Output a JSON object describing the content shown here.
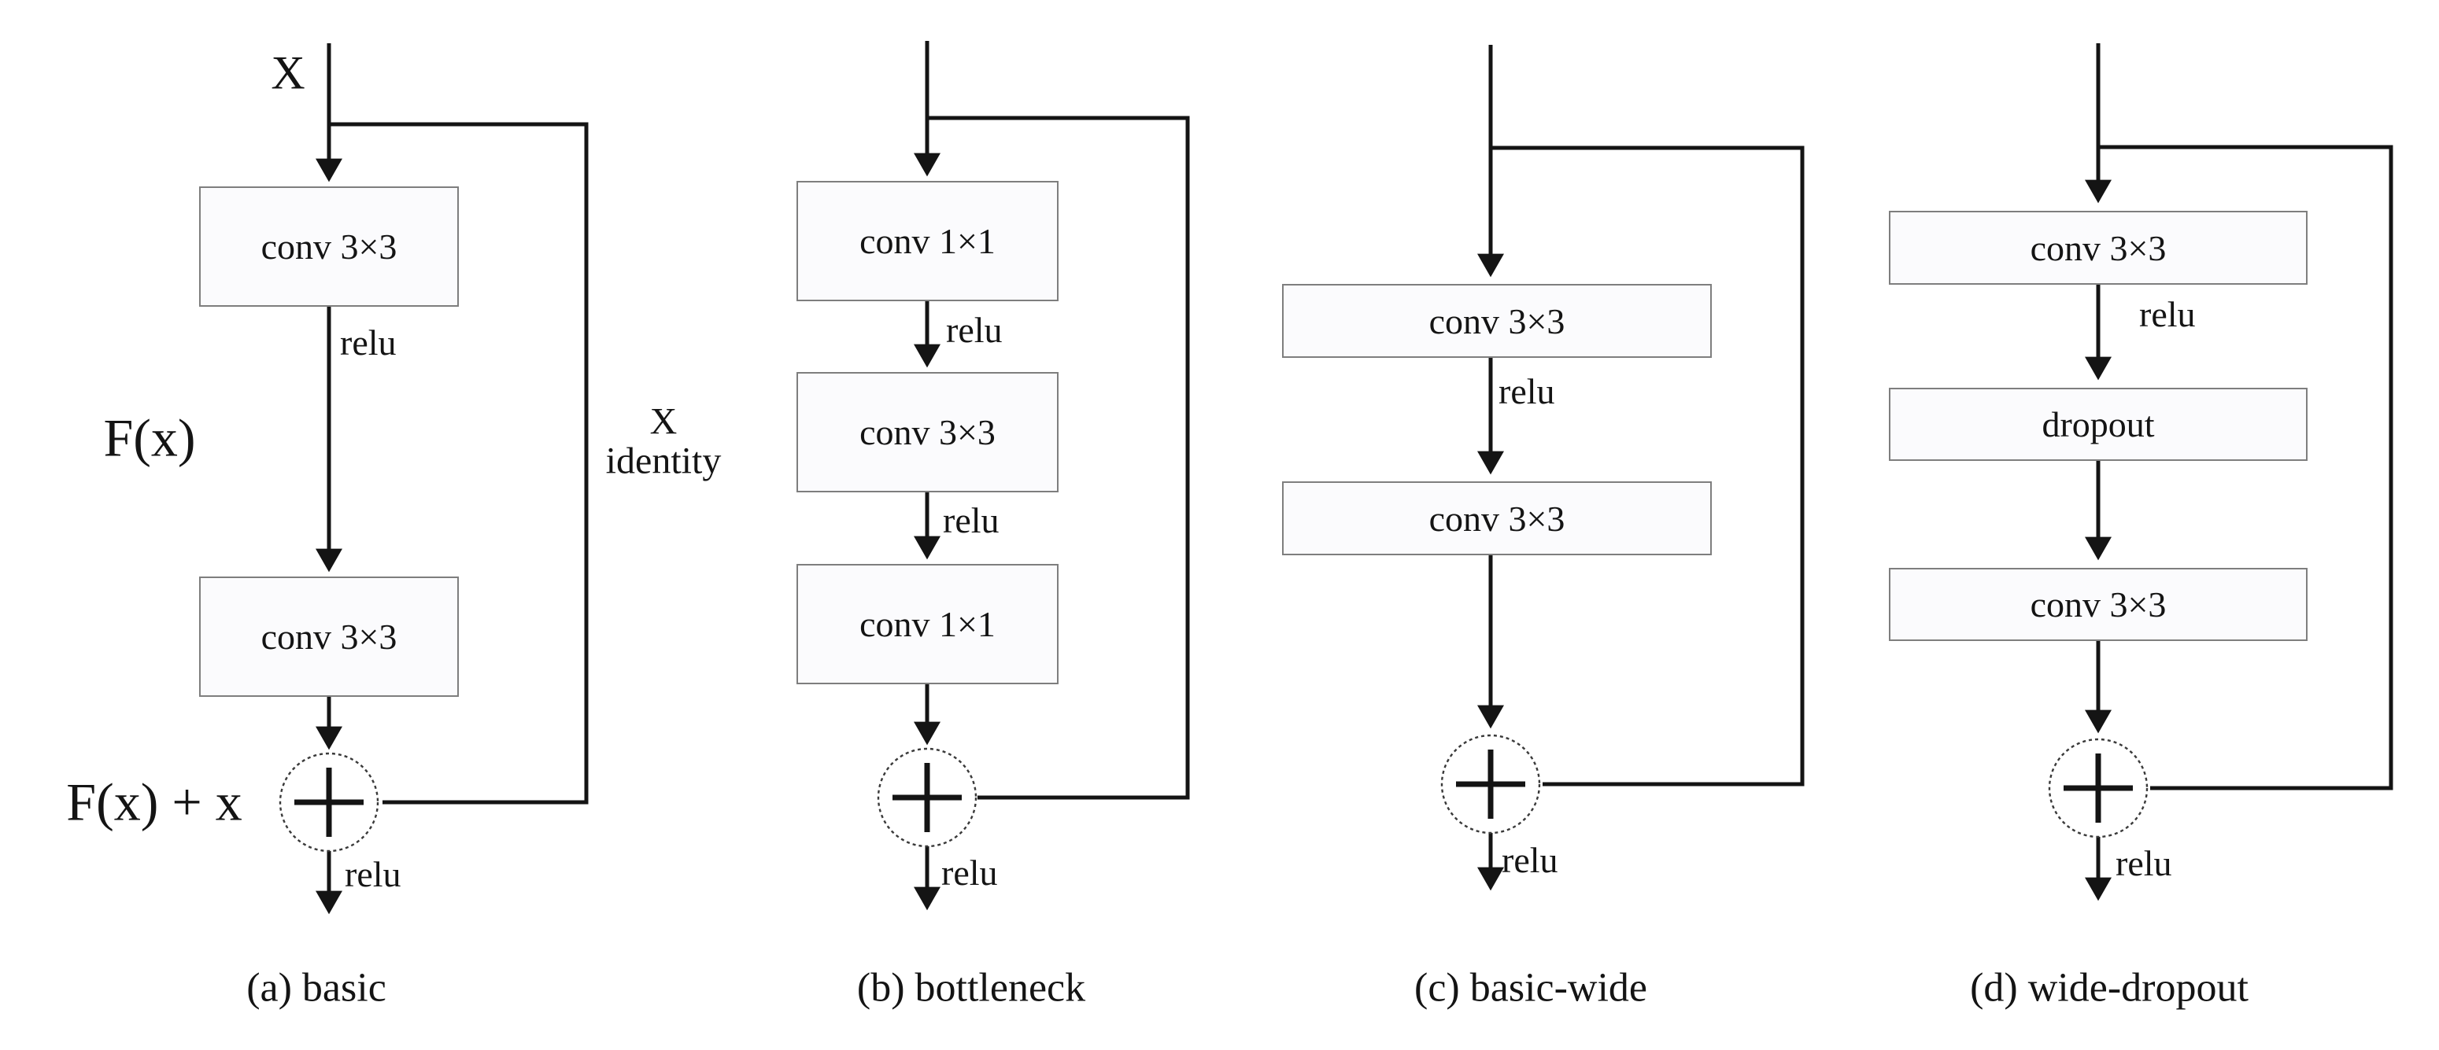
{
  "figure": {
    "description_visible_text_only": true
  },
  "colors": {
    "background": "#ffffff",
    "line": "#141414",
    "box_border": "#7e7e7e",
    "box_fill": "#fbfbfd",
    "text": "#141414"
  },
  "labels": {
    "input": "X",
    "identity_line1": "X",
    "identity_line2": "identity",
    "function": "F(x)",
    "sum": "F(x) + x",
    "relu": "relu"
  },
  "icons": {
    "sum_node": "circled-plus"
  },
  "diagrams": [
    {
      "id": "a",
      "caption": "(a) basic",
      "boxes": [
        "conv 3×3",
        "conv 3×3"
      ]
    },
    {
      "id": "b",
      "caption": "(b) bottleneck",
      "boxes": [
        "conv 1×1",
        "conv 3×3",
        "conv 1×1"
      ]
    },
    {
      "id": "c",
      "caption": "(c) basic-wide",
      "boxes": [
        "conv 3×3",
        "conv 3×3"
      ]
    },
    {
      "id": "d",
      "caption": "(d) wide-dropout",
      "boxes": [
        "conv 3×3",
        "dropout",
        "conv 3×3"
      ]
    }
  ]
}
